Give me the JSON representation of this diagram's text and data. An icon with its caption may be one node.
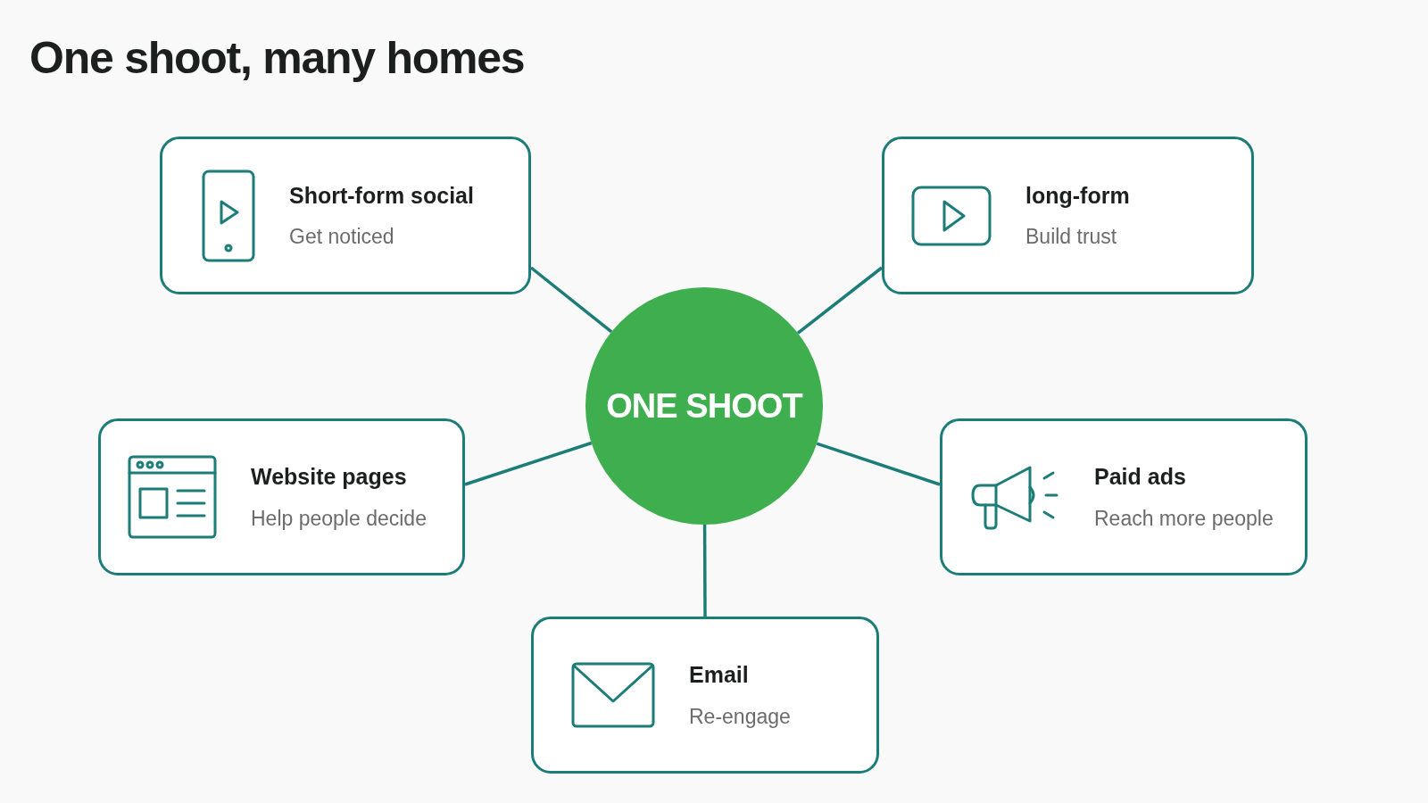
{
  "diagram": {
    "title": "One shoot, many homes",
    "nodes": [
      {
        "text": [
          "Short-form social",
          "Get noticed"
        ]
      },
      {
        "text": [
          "long-form",
          "Build trust"
        ]
      },
      {
        "text": [
          "ONE SHOOT"
        ]
      },
      {
        "text": [
          "Website pages",
          "Help people decide"
        ]
      },
      {
        "text": [
          "Paid ads",
          "Reach more people"
        ]
      },
      {
        "text": [
          "Email",
          "Re-engage"
        ]
      }
    ],
    "edges": [
      {
        "from": 2,
        "to": 0,
        "arrow": "none"
      },
      {
        "from": 2,
        "to": 1,
        "arrow": "none"
      },
      {
        "from": 2,
        "to": 3,
        "arrow": "none"
      },
      {
        "from": 2,
        "to": 4,
        "arrow": "none"
      },
      {
        "from": 2,
        "to": 5,
        "arrow": "none"
      }
    ]
  }
}
